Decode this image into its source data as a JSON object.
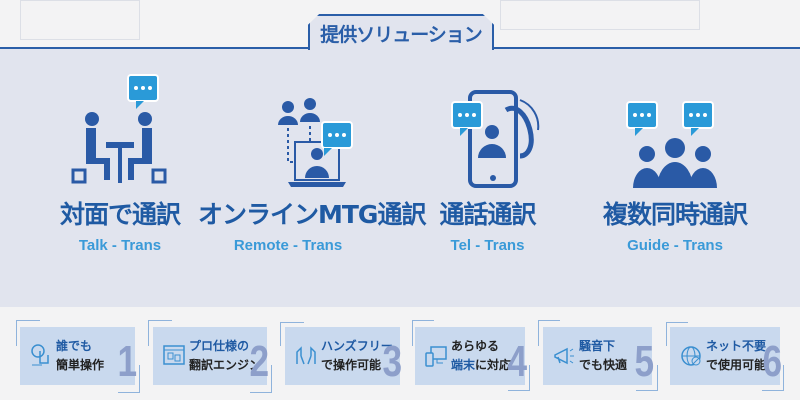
{
  "header": {
    "title": "提供ソリューション"
  },
  "solutions": [
    {
      "title": "対面で通訳",
      "subtitle": "Talk - Trans",
      "icon": "face-to-face-icon"
    },
    {
      "title": "オンラインMTG通訳",
      "subtitle": "Remote - Trans",
      "icon": "online-meeting-icon"
    },
    {
      "title": "通話通訳",
      "subtitle": "Tel - Trans",
      "icon": "phone-call-icon"
    },
    {
      "title": "複数同時通訳",
      "subtitle": "Guide - Trans",
      "icon": "group-icon"
    }
  ],
  "features": [
    {
      "line1": "誰でも",
      "line2": "簡単操作",
      "number": "1",
      "icon": "touch-gear-icon"
    },
    {
      "line1": "プロ仕様の",
      "line2": "翻訳エンジン",
      "number": "2",
      "icon": "translate-screen-icon"
    },
    {
      "line1": "ハンズフリー",
      "line2": "で操作可能",
      "number": "3",
      "icon": "hands-icon"
    },
    {
      "line1": "あらゆる",
      "line2a": "端末",
      "line2b": "に対応",
      "number": "4",
      "icon": "devices-icon"
    },
    {
      "line1": "騒音下",
      "line2": "でも快適",
      "number": "5",
      "icon": "megaphone-icon"
    },
    {
      "line1": "ネット不要",
      "line2": "で使用可能",
      "number": "6",
      "icon": "globe-no-net-icon"
    }
  ],
  "colors": {
    "primary": "#1f5aa3",
    "accent": "#2a9ad8",
    "panel": "#e1e4ee",
    "card": "#c9d9ee"
  }
}
